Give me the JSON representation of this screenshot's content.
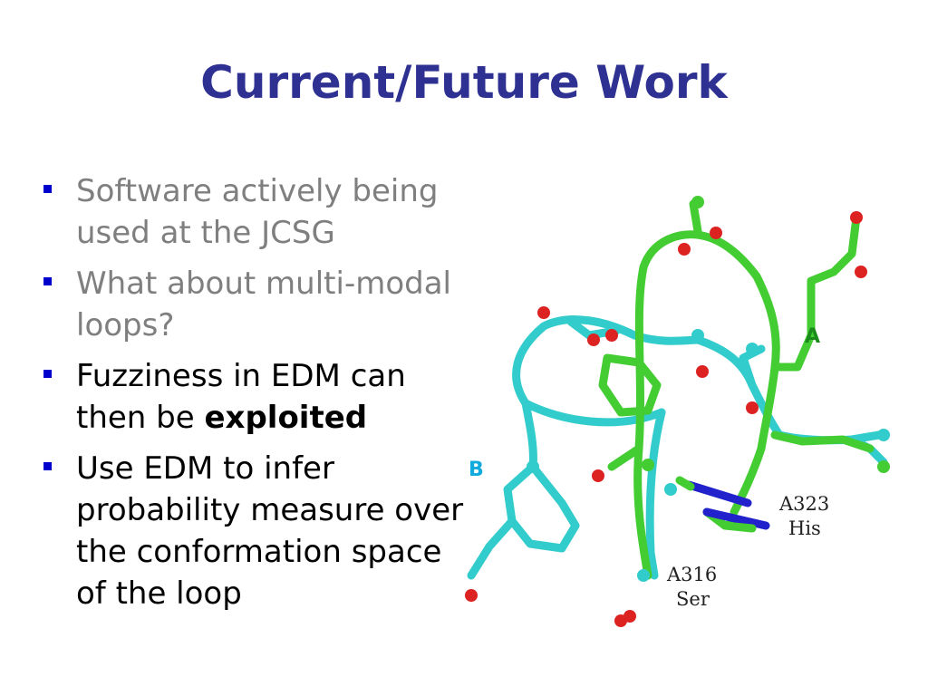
{
  "slide": {
    "title": "Current/Future Work",
    "bullets": [
      {
        "text": "Software actively being used at the JCSG"
      },
      {
        "text": "What about multi-modal loops?"
      },
      {
        "text_before": "Fuzziness in EDM can then be ",
        "text_bold": "exploited"
      },
      {
        "text": "Use EDM to infer probability measure over the conformation space of the loop"
      }
    ]
  },
  "figure": {
    "chain_a_label": "A",
    "chain_b_label": "B",
    "res1_id": "A323",
    "res1_name": "His",
    "res2_id": "A316",
    "res2_name": "Ser",
    "colors": {
      "chain_a": "#44cc33",
      "chain_b": "#33cccc",
      "oxygen": "#dd2222",
      "nitrogen": "#2222cc",
      "label_a": "#1a8a1a",
      "label_b": "#11aadd"
    }
  }
}
